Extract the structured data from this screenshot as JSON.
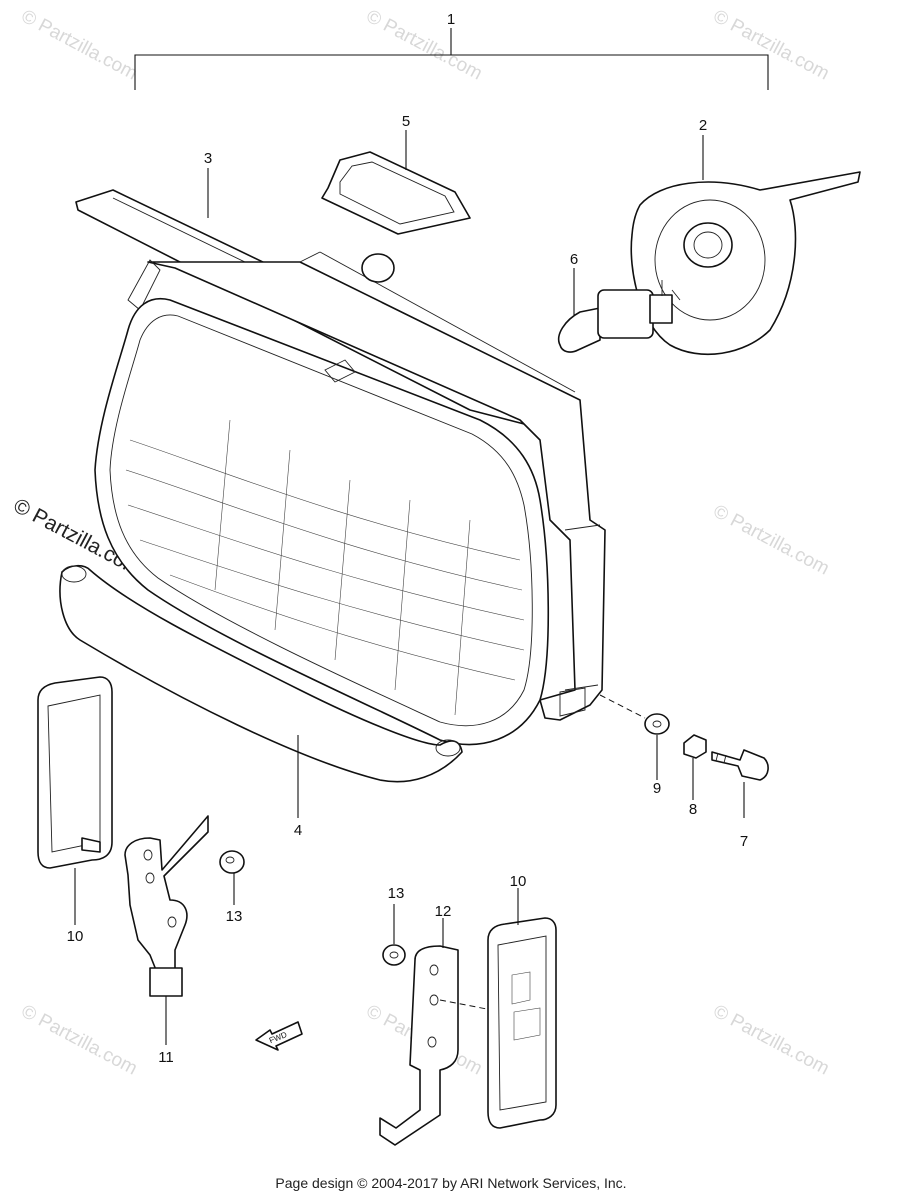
{
  "callouts": {
    "c1": "1",
    "c2": "2",
    "c3": "3",
    "c5": "5",
    "c6": "6",
    "c4": "4",
    "c9": "9",
    "c8": "8",
    "c7": "7",
    "c10a": "10",
    "c13a": "13",
    "c13b": "13",
    "c12": "12",
    "c10b": "10",
    "c11": "11"
  },
  "watermark": "© Partzilla.com",
  "fwd_label": "FWD",
  "footer": "Page design © 2004-2017 by ARI Network Services, Inc."
}
